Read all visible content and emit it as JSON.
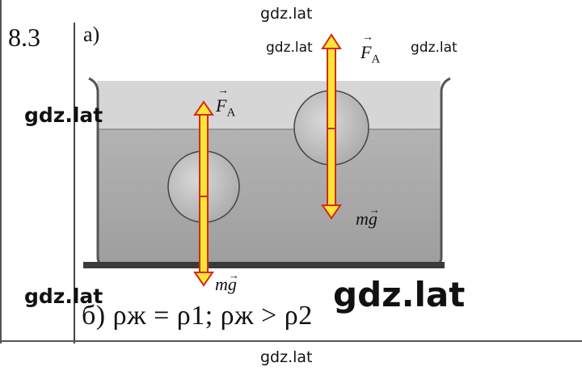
{
  "task": {
    "number": "8.3",
    "part_a": "a)"
  },
  "labels": {
    "fa_left": "F",
    "fa_left_sub": "A",
    "fa_right": "F",
    "fa_right_sub": "A",
    "mg_left": "mg",
    "mg_right": "mg"
  },
  "answer": {
    "text": "б) ρж = ρ1; ρж > ρ2"
  },
  "watermarks": {
    "top": "gdz.lat",
    "right_1": "gdz.lat",
    "right_2": "gdz.lat",
    "left_1": "gdz.lat",
    "left_2": "gdz.lat",
    "big": "gdz.lat",
    "bottom": "gdz.lat"
  },
  "colors": {
    "arrow_fill": "#f7e633",
    "arrow_outline": "#d42a1a",
    "liquid": "#a9a9a9",
    "glass_air": "#d5d5d5",
    "ball": "#bdbdbd"
  }
}
